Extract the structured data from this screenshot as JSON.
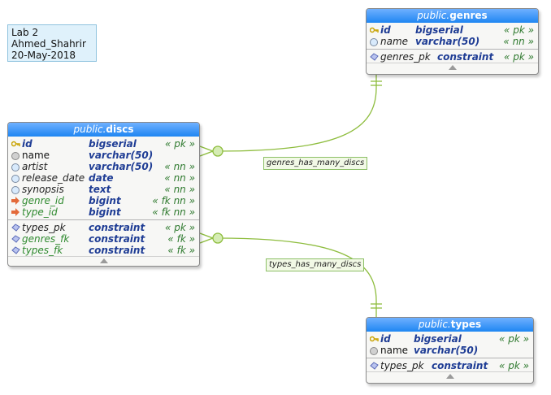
{
  "note": {
    "lines": [
      "Lab 2",
      "Ahmed_Shahrir",
      "20-May-2018"
    ]
  },
  "colors": {
    "header": "#2b8cf2",
    "connector": "#8ebd3e",
    "pk": "#1f3d95",
    "fk": "#2f8a2f"
  },
  "tables": {
    "genres": {
      "schema": "public.",
      "name": "genres",
      "columns": [
        {
          "icon": "key-icon",
          "name": "id",
          "type": "bigserial",
          "flags": "« pk »"
        },
        {
          "icon": "column-nullable-icon",
          "name": "name",
          "type": "varchar(50)",
          "flags": "« nn »"
        }
      ],
      "constraints": [
        {
          "icon": "constraint-icon",
          "name": "genres_pk",
          "type": "constraint",
          "flags": "« pk »"
        }
      ]
    },
    "discs": {
      "schema": "public.",
      "name": "discs",
      "columns": [
        {
          "icon": "key-icon",
          "name": "id",
          "type": "bigserial",
          "flags": "« pk »"
        },
        {
          "icon": "column-icon",
          "name": "name",
          "type": "varchar(50)",
          "flags": ""
        },
        {
          "icon": "column-nullable-icon",
          "name": "artist",
          "type": "varchar(50)",
          "flags": "« nn »"
        },
        {
          "icon": "column-nullable-icon",
          "name": "release_date",
          "type": "date",
          "flags": "« nn »"
        },
        {
          "icon": "column-nullable-icon",
          "name": "synopsis",
          "type": "text",
          "flags": "« nn »"
        },
        {
          "icon": "foreign-key-icon",
          "name": "genre_id",
          "type": "bigint",
          "flags": "« fk nn »"
        },
        {
          "icon": "foreign-key-icon",
          "name": "type_id",
          "type": "bigint",
          "flags": "« fk nn »"
        }
      ],
      "constraints": [
        {
          "icon": "constraint-icon",
          "name": "types_pk",
          "type": "constraint",
          "flags": "« pk »"
        },
        {
          "icon": "constraint-icon",
          "name": "genres_fk",
          "type": "constraint",
          "flags": "« fk »"
        },
        {
          "icon": "constraint-icon",
          "name": "types_fk",
          "type": "constraint",
          "flags": "« fk »"
        }
      ]
    },
    "types": {
      "schema": "public.",
      "name": "types",
      "columns": [
        {
          "icon": "key-icon",
          "name": "id",
          "type": "bigserial",
          "flags": "« pk »"
        },
        {
          "icon": "column-icon",
          "name": "name",
          "type": "varchar(50)",
          "flags": ""
        }
      ],
      "constraints": [
        {
          "icon": "constraint-icon",
          "name": "types_pk",
          "type": "constraint",
          "flags": "« pk »"
        }
      ]
    }
  },
  "relations": {
    "genres": "genres_has_many_discs",
    "types": "types_has_many_discs"
  }
}
